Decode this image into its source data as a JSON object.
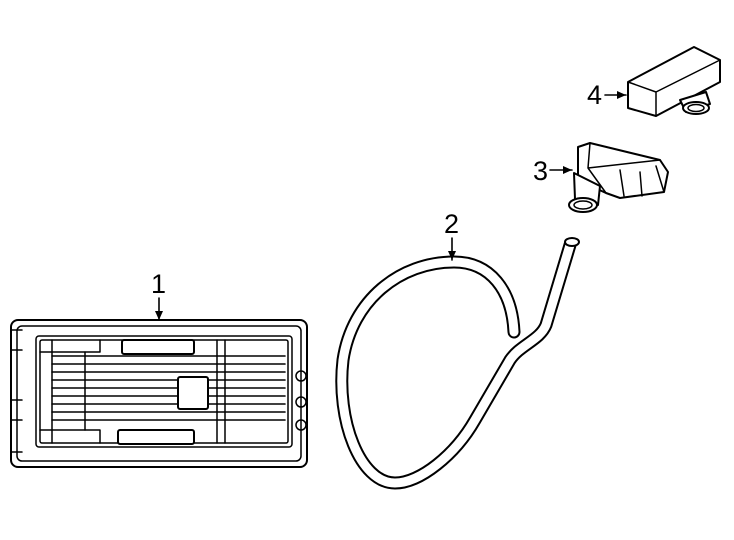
{
  "parts": [
    {
      "id": "1",
      "label": "1",
      "icon": "filter-pan-icon"
    },
    {
      "id": "2",
      "label": "2",
      "icon": "hose-icon"
    },
    {
      "id": "3",
      "label": "3",
      "icon": "sensor-icon"
    },
    {
      "id": "4",
      "label": "4",
      "icon": "connector-icon"
    }
  ],
  "colors": {
    "line": "#000000",
    "background": "#ffffff"
  }
}
